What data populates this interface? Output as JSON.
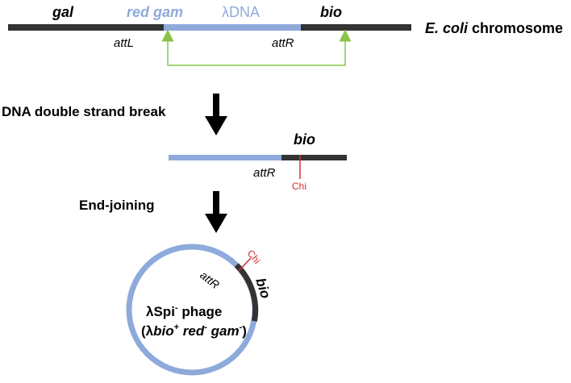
{
  "colors": {
    "host_dna": "#333333",
    "lambda_dna": "#8eaadb",
    "arrow_green": "#8bc34a",
    "chi_red": "#d32f2f",
    "text": "#000000"
  },
  "top": {
    "gal": "gal",
    "red_gam": "red gam",
    "lambda_dna_symbol": "λ",
    "lambda_dna_text": "DNA",
    "bio": "bio",
    "chromosome_italic": "E. coli",
    "chromosome_rest": " chromosome",
    "attL": "attL",
    "attR": "attR"
  },
  "step1": {
    "label": "DNA double strand break"
  },
  "middle": {
    "bio": "bio",
    "attR": "attR",
    "chi": "Chi"
  },
  "step2": {
    "label": "End-joining"
  },
  "circle": {
    "chi": "Chi",
    "attR": "attR",
    "bio": "bio",
    "line1": {
      "lambda": "λ",
      "spi": "Spi",
      "minus": "-",
      "phage": " phage"
    },
    "line2": {
      "open": "(λ",
      "bio": "bio",
      "plus": "+",
      "red": " red",
      "minus1": "-",
      "gam": " gam",
      "minus2": "-",
      "close": ")"
    }
  }
}
